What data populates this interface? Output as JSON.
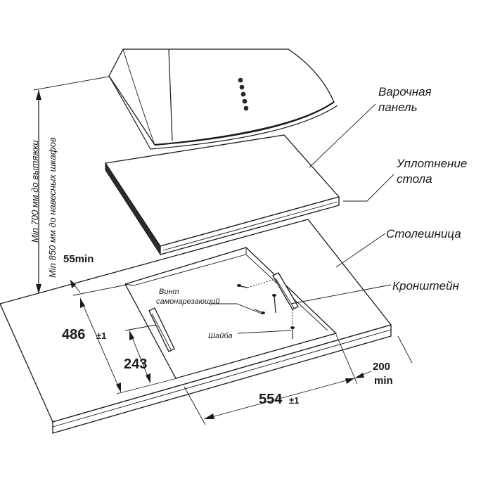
{
  "labels": {
    "cooktop_line1": "Варочная",
    "cooktop_line2": "панель",
    "seal_line1": "Уплотнение",
    "seal_line2": "стола",
    "countertop": "Столешница",
    "bracket": "Кронштейн",
    "screw_line1": "Винт",
    "screw_line2": "самонарезающий",
    "washer": "Шайба"
  },
  "dimensions": {
    "front_gap": "55min",
    "depth_value": "486",
    "depth_tol": "±1",
    "bracket_offset": "243",
    "width_value": "554",
    "width_tol": "±1",
    "rear_gap_value": "200",
    "rear_gap_unit": "min",
    "hood_height": "Min 700 мм до вытяжки",
    "cabinet_height": "Min 850 мм до навесных шкафов"
  },
  "colors": {
    "line": "#1a1a1a",
    "background": "#ffffff",
    "cooktop_glass": "#ffffff",
    "hood_edge": "#2b2b2b"
  }
}
